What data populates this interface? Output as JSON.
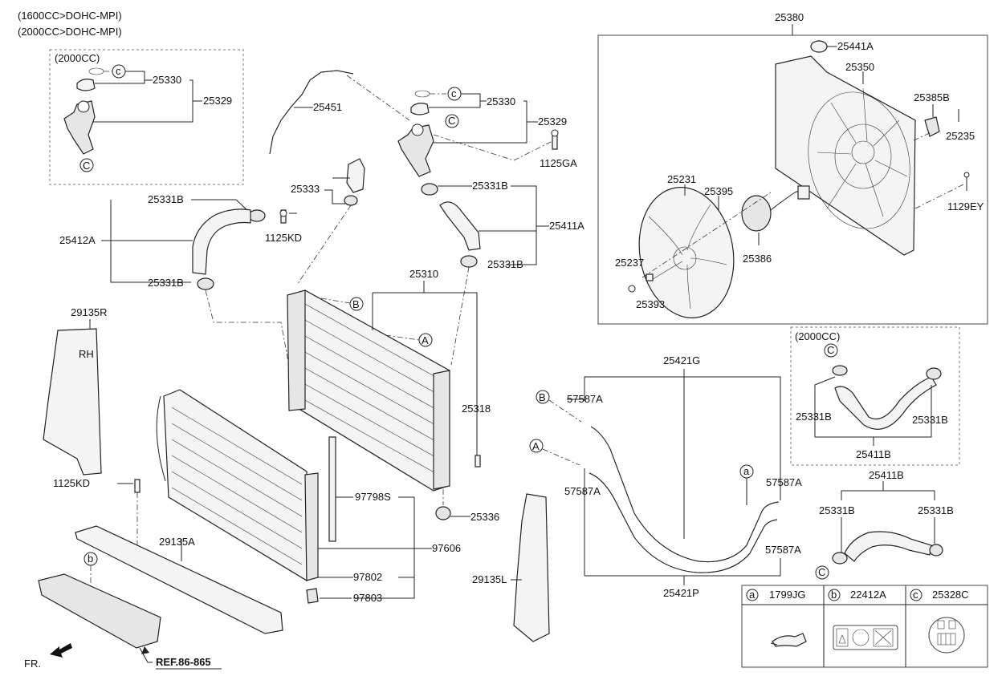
{
  "header": {
    "engine_1600": "(1600CC>DOHC-MPI)",
    "engine_2000": "(2000CC>DOHC-MPI)"
  },
  "inset_left": {
    "title": "(2000CC)",
    "labels": {
      "cap_seal": "25330",
      "fitting": "25329"
    },
    "ref_c_top": "c",
    "ref_c_bottom": "C"
  },
  "inset_right_top": {
    "labels": {
      "assembly": "25380",
      "cap": "25441A",
      "shroud": "25350",
      "resistor": "25385B",
      "screw": "25235",
      "bolt_ey": "1129EY",
      "fan": "25231",
      "nut": "25395",
      "motor": "25386",
      "clip": "25237",
      "washer": "25393"
    }
  },
  "inset_right_mid": {
    "title": "(2000CC)",
    "ref_c": "C",
    "labels": {
      "clamp_left": "25331B",
      "clamp_right": "25331B",
      "hose": "25411B"
    }
  },
  "lower_right_hose": {
    "ref_c": "C",
    "labels": {
      "hose": "25411B",
      "clamp_left": "25331B",
      "clamp_right": "25331B"
    }
  },
  "main_labels": {
    "hose_25451": "25451",
    "cap_25330": "25330",
    "fit_25329": "25329",
    "bolt_1125ga": "1125GA",
    "bracket_25333": "25333",
    "clamp_top_25331b": "25331B",
    "hose_25411a": "25411A",
    "clamp_mid_25331b": "25331B",
    "clamp_left_top": "25331B",
    "hose_25412a": "25412A",
    "bolt_1125kd_top": "1125KD",
    "clamp_left_bottom": "25331B",
    "radiator_25310": "25310",
    "guard_29135r": "29135R",
    "bolt_25318": "25318",
    "bolt_1125kd": "1125KD",
    "seal_97798s": "97798S",
    "mount_25336": "25336",
    "condenser_97606": "97606",
    "cover_29135a": "29135A",
    "drier_97802": "97802",
    "plug_97803": "97803",
    "guard_29135l": "29135L",
    "tube_25421g": "25421G",
    "clip_57587a_1": "57587A",
    "clip_57587a_2": "57587A",
    "clip_57587a_3": "57587A",
    "clip_57587a_4": "57587A",
    "tube_25421p": "25421P",
    "ref_a_circle": "a",
    "ref_A1": "A",
    "ref_B1": "B",
    "ref_A2": "A",
    "ref_B2": "B",
    "ref_b": "b",
    "ref_c_small": "c",
    "ref_C_mid": "C",
    "guard_rh_text": "RH",
    "ref_ref": "REF.86-865",
    "fr": "FR."
  },
  "legend": {
    "cells": [
      {
        "letter": "a",
        "part": "1799JG"
      },
      {
        "letter": "b",
        "part": "22412A"
      },
      {
        "letter": "c",
        "part": "25328C"
      }
    ]
  },
  "icons": {
    "fr_arrow": "fr-arrow-icon",
    "cable_tie": "cable-tie-icon",
    "warning_label": "warning-label-icon",
    "cap_label": "cap-label-icon"
  },
  "colors": {
    "line": "#222222",
    "dash_box": "#777777",
    "background": "#ffffff"
  }
}
